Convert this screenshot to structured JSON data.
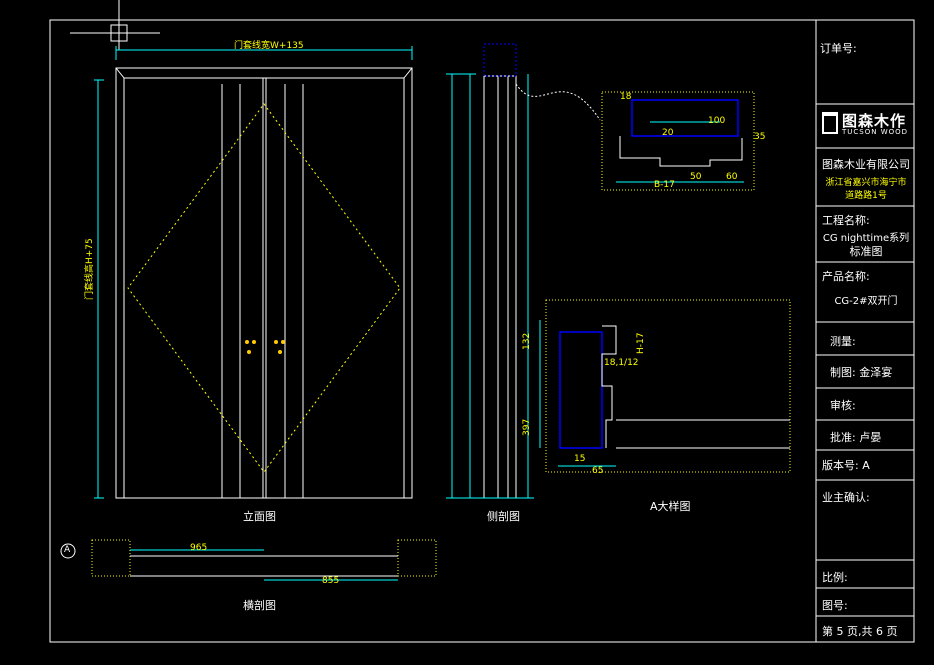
{
  "drawing": {
    "labels": {
      "elevation": "立面图",
      "section_side": "侧剖图",
      "detail_a": "A大样图",
      "section_cross": "横剖图",
      "top_dim": "门套线宽W+135",
      "left_dim": "门套线高H+75",
      "dim_965": "965",
      "dim_855": "855",
      "dim_100": "100",
      "dim_20": "20",
      "dim_50": "50",
      "dim_60": "60",
      "dim_65": "65",
      "dim_15": "15",
      "dim_b17": "B-17",
      "dim_h17": "H-17",
      "dim_18": "18",
      "dim_35": "35",
      "dim_18_112": "18,1/12",
      "dim_397": "397",
      "dim_132": "132",
      "callout_a": "A"
    }
  },
  "title_block": {
    "order_no": "订单号:",
    "logo_cn": "图森木作",
    "logo_en": "TUCSON WOOD",
    "company": "图森木业有限公司",
    "address_line1": "浙江省嘉兴市海宁市",
    "address_line2": "道路路1号",
    "project_label": "工程名称:",
    "project_value_1": "CG nighttime系列",
    "project_value_2": "标准图",
    "product_label": "产品名称:",
    "product_value": "CG-2#双开门",
    "measure": "测量:",
    "drafter": "制图: 金泽宴",
    "review": "审核:",
    "approve": "批准: 卢晏",
    "version": "版本号:   A",
    "owner_confirm": "业主确认:",
    "scale": "比例:",
    "drawing_no": "图号:",
    "page": "第 5 页,共 6 页"
  },
  "colors": {
    "background": "#000000",
    "line": "#ffffff",
    "dim": "#00ffff",
    "hidden": "#ffff00",
    "section": "#0000ff"
  }
}
